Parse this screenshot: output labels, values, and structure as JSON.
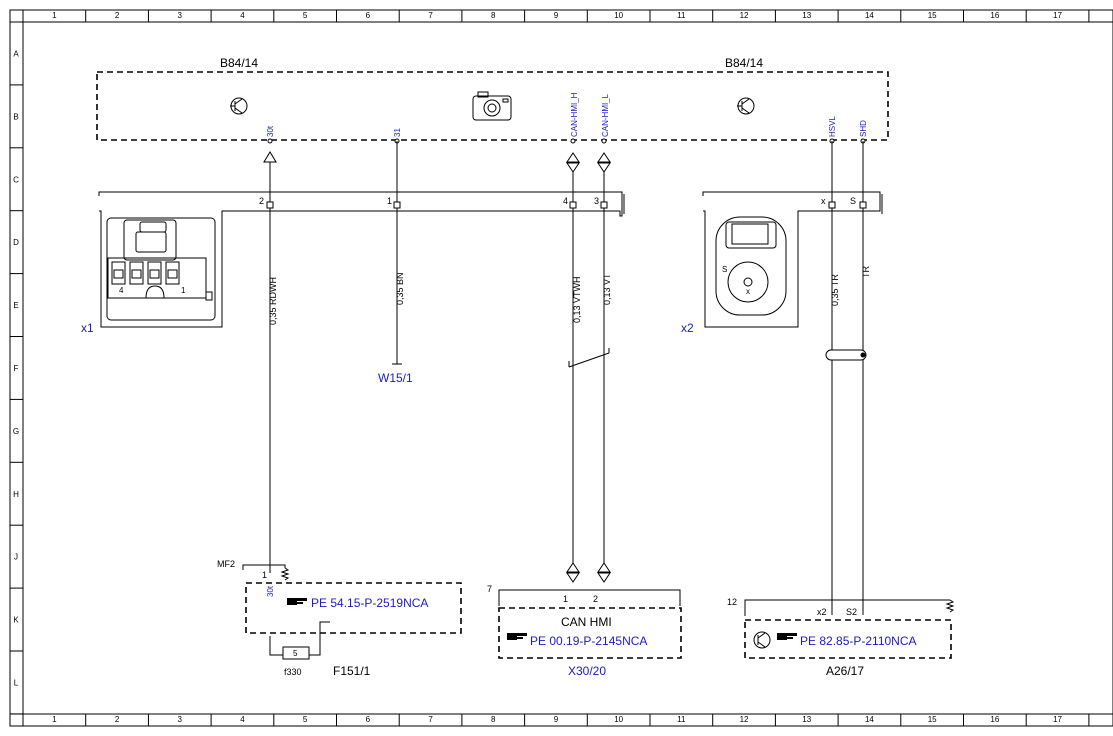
{
  "grid": {
    "columns": [
      "1",
      "2",
      "3",
      "4",
      "5",
      "6",
      "7",
      "8",
      "9",
      "10",
      "11",
      "12",
      "13",
      "14",
      "15",
      "16",
      "17"
    ],
    "rows": [
      "A",
      "B",
      "C",
      "D",
      "E",
      "F",
      "G",
      "H",
      "J",
      "K",
      "L"
    ]
  },
  "module": {
    "label_left": "B84/14",
    "label_right": "B84/14",
    "pins": [
      "30t",
      "31",
      "CAN-HMI_H",
      "CAN-HMI_L",
      "HSVL",
      "SHD"
    ]
  },
  "connector_x1": {
    "label": "x1",
    "pins": [
      "2",
      "1",
      "4",
      "3"
    ],
    "face_labels": [
      "4",
      "1"
    ]
  },
  "connector_x2": {
    "label": "x2",
    "pins": [
      "x",
      "S"
    ],
    "face_labels": [
      "S",
      "x"
    ]
  },
  "wires": [
    "0,35 RDWH",
    "0,35 BN",
    "0,13 VTWH",
    "0,13 VT",
    "0,35 TR",
    "TR"
  ],
  "ground": "W15/1",
  "fuse": {
    "mf_label": "MF2",
    "pin1": "1",
    "pin_label": "30t",
    "ref": "PE 54.15-P-2519NCA",
    "fuse_number": "5",
    "fuse_label": "f330",
    "component": "F151/1"
  },
  "can_hmi": {
    "number": "7",
    "pins": [
      "1",
      "2"
    ],
    "title": "CAN HMI",
    "ref": "PE 00.19-P-2145NCA",
    "component": "X30/20"
  },
  "a26": {
    "number": "12",
    "pins": [
      "x2",
      "S2"
    ],
    "ref": "PE 82.85-P-2110NCA",
    "component": "A26/17"
  },
  "ref_icon": "pointing-hand-icon",
  "colors": {
    "link_blue": "#1a1ad0",
    "line": "#000000"
  }
}
